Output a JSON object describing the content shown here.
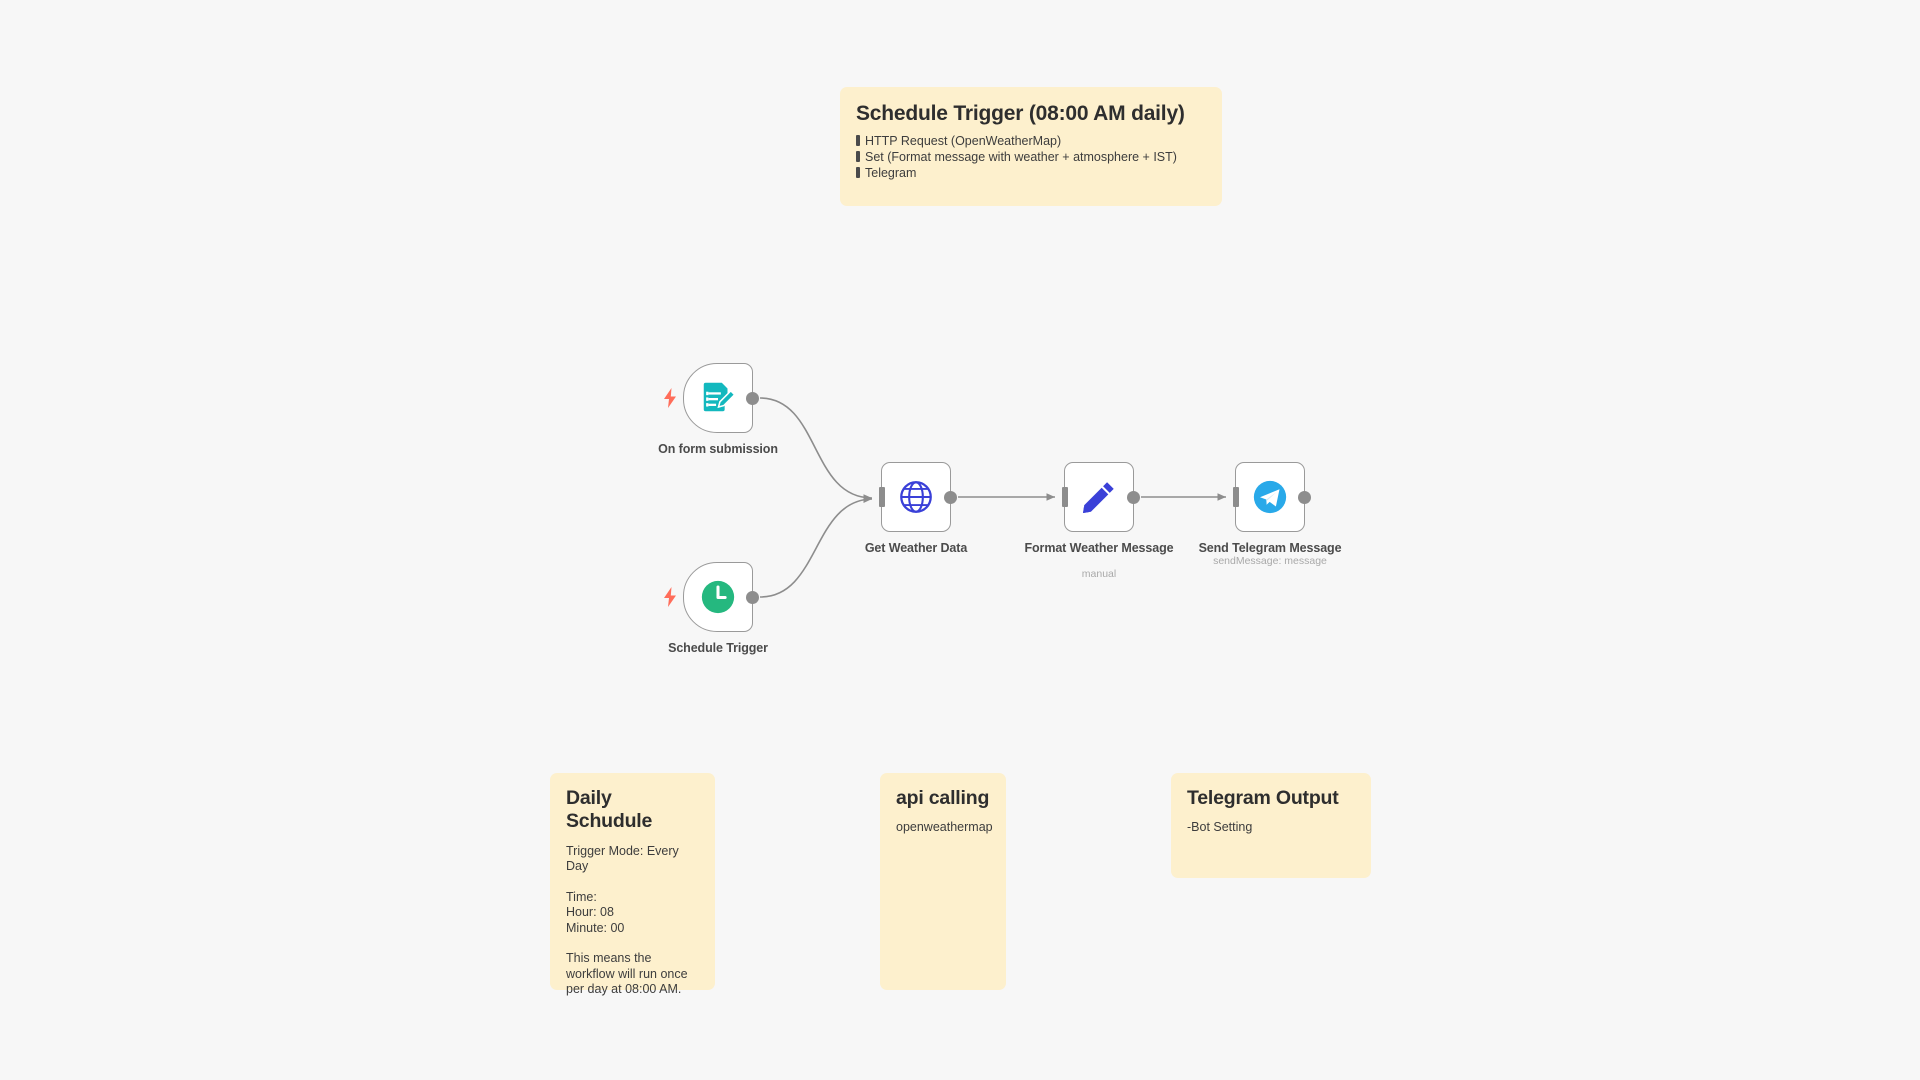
{
  "canvas": {
    "background": "#f7f7f7",
    "sticky_color": "#fdf0cd",
    "accent_trigger": "#ff6d5a",
    "accent_form_icon": "#13b8be",
    "accent_schedule_icon": "#25b87f",
    "accent_http_icon": "#3a40d8",
    "accent_set_icon": "#3a40d8",
    "accent_telegram_icon": "#29a9e9",
    "edge_color": "#8d8d8d"
  },
  "notes": {
    "main": {
      "title": "Schedule Trigger (08:00 AM daily)",
      "bullets": [
        "HTTP Request (OpenWeatherMap)",
        "Set (Format message with weather + atmosphere + IST)",
        "Telegram"
      ]
    },
    "daily": {
      "title": "Daily Schudule",
      "lines": [
        "Trigger Mode: Every Day",
        "",
        "Time:",
        "Hour: 08",
        "Minute: 00",
        "",
        "This means the workflow will run once per day at 08:00 AM."
      ]
    },
    "api": {
      "title": "api calling",
      "lines": [
        "openweathermap"
      ]
    },
    "telegram": {
      "title": "Telegram Output",
      "lines": [
        "-Bot Setting"
      ]
    }
  },
  "nodes": [
    {
      "id": "on-form-submission",
      "label": "On form submission",
      "sublabel": "",
      "icon": "form-pencil-icon",
      "type": "trigger"
    },
    {
      "id": "schedule-trigger",
      "label": "Schedule Trigger",
      "sublabel": "",
      "icon": "clock-icon",
      "type": "trigger"
    },
    {
      "id": "get-weather-data",
      "label": "Get Weather Data",
      "sublabel": "",
      "icon": "globe-icon",
      "type": "action"
    },
    {
      "id": "format-weather-message",
      "label": "Format Weather Message",
      "sublabel": "manual",
      "icon": "pencil-icon",
      "type": "action"
    },
    {
      "id": "send-telegram-message",
      "label": "Send Telegram Message",
      "sublabel": "sendMessage: message",
      "icon": "telegram-icon",
      "type": "action"
    }
  ],
  "connections": [
    {
      "from": "on-form-submission",
      "to": "get-weather-data"
    },
    {
      "from": "schedule-trigger",
      "to": "get-weather-data"
    },
    {
      "from": "get-weather-data",
      "to": "format-weather-message"
    },
    {
      "from": "format-weather-message",
      "to": "send-telegram-message"
    }
  ]
}
